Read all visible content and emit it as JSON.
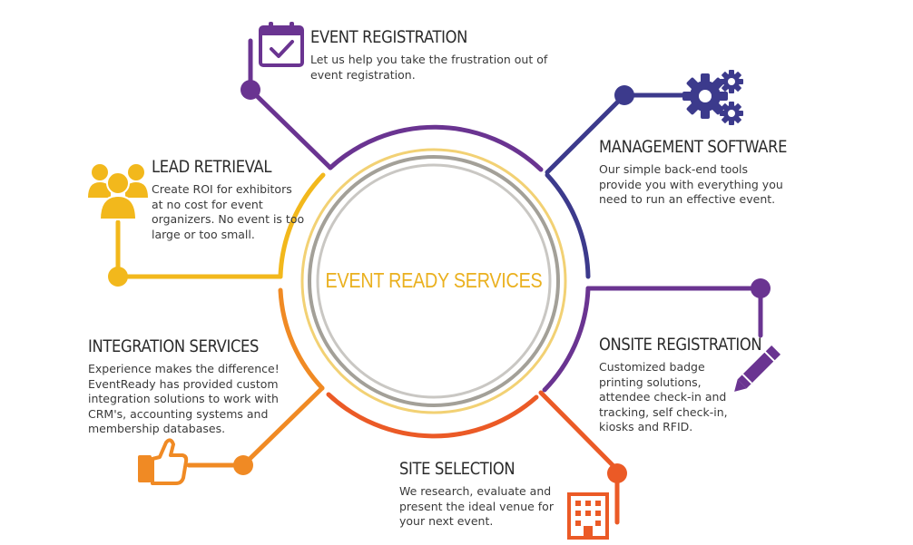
{
  "center": {
    "title": "EVENT READY SERVICES"
  },
  "colors": {
    "purple": "#6a3491",
    "navy": "#3c3a8c",
    "yellow": "#f2b81c",
    "orange": "#f08a24",
    "red_orange": "#eb5a26",
    "gray": "#a3a098",
    "light_gray": "#c9c7c3",
    "pale_yellow": "#f2d174"
  },
  "sections": {
    "event_registration": {
      "title": "EVENT REGISTRATION",
      "description": "Let us help you take the frustration out of event registration.",
      "icon": "calendar-check-icon"
    },
    "management_software": {
      "title": "MANAGEMENT SOFTWARE",
      "description": "Our simple back-end tools provide you with everything you need to run an effective event.",
      "icon": "gears-icon"
    },
    "lead_retrieval": {
      "title": "LEAD RETRIEVAL",
      "description": "Create ROI for exhibitors at no cost for event organizers. No event is too large or too small.",
      "icon": "people-group-icon"
    },
    "onsite_registration": {
      "title": "ONSITE REGISTRATION",
      "description": "Customized badge printing solutions, attendee check-in and tracking, self check-in, kiosks and RFID.",
      "icon": "pencil-icon"
    },
    "integration_services": {
      "title": "INTEGRATION SERVICES",
      "description": "Experience makes the difference! EventReady has provided custom integration solutions to work with CRM's, accounting systems and membership databases.",
      "icon": "thumbs-up-icon"
    },
    "site_selection": {
      "title": "SITE SELECTION",
      "description": "We research, evaluate and present the ideal venue for your next event.",
      "icon": "building-icon"
    }
  }
}
